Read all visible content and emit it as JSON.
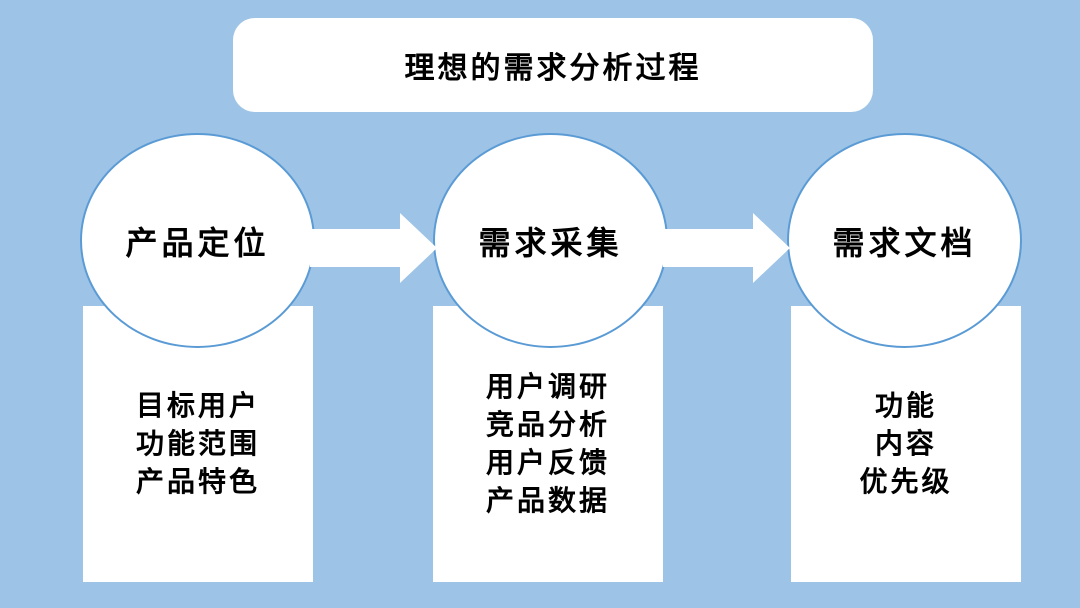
{
  "title": "理想的需求分析过程",
  "colors": {
    "background": "#9DC3E6",
    "shape_fill": "#FFFFFF",
    "circle_border": "#5B9BD5",
    "text": "#000000"
  },
  "stages": [
    {
      "circle_label": "产品定位",
      "items": [
        "目标用户",
        "功能范围",
        "产品特色"
      ]
    },
    {
      "circle_label": "需求采集",
      "items": [
        "用户调研",
        "竞品分析",
        "用户反馈",
        "产品数据"
      ]
    },
    {
      "circle_label": "需求文档",
      "items": [
        "功能",
        "内容",
        "优先级"
      ]
    }
  ]
}
